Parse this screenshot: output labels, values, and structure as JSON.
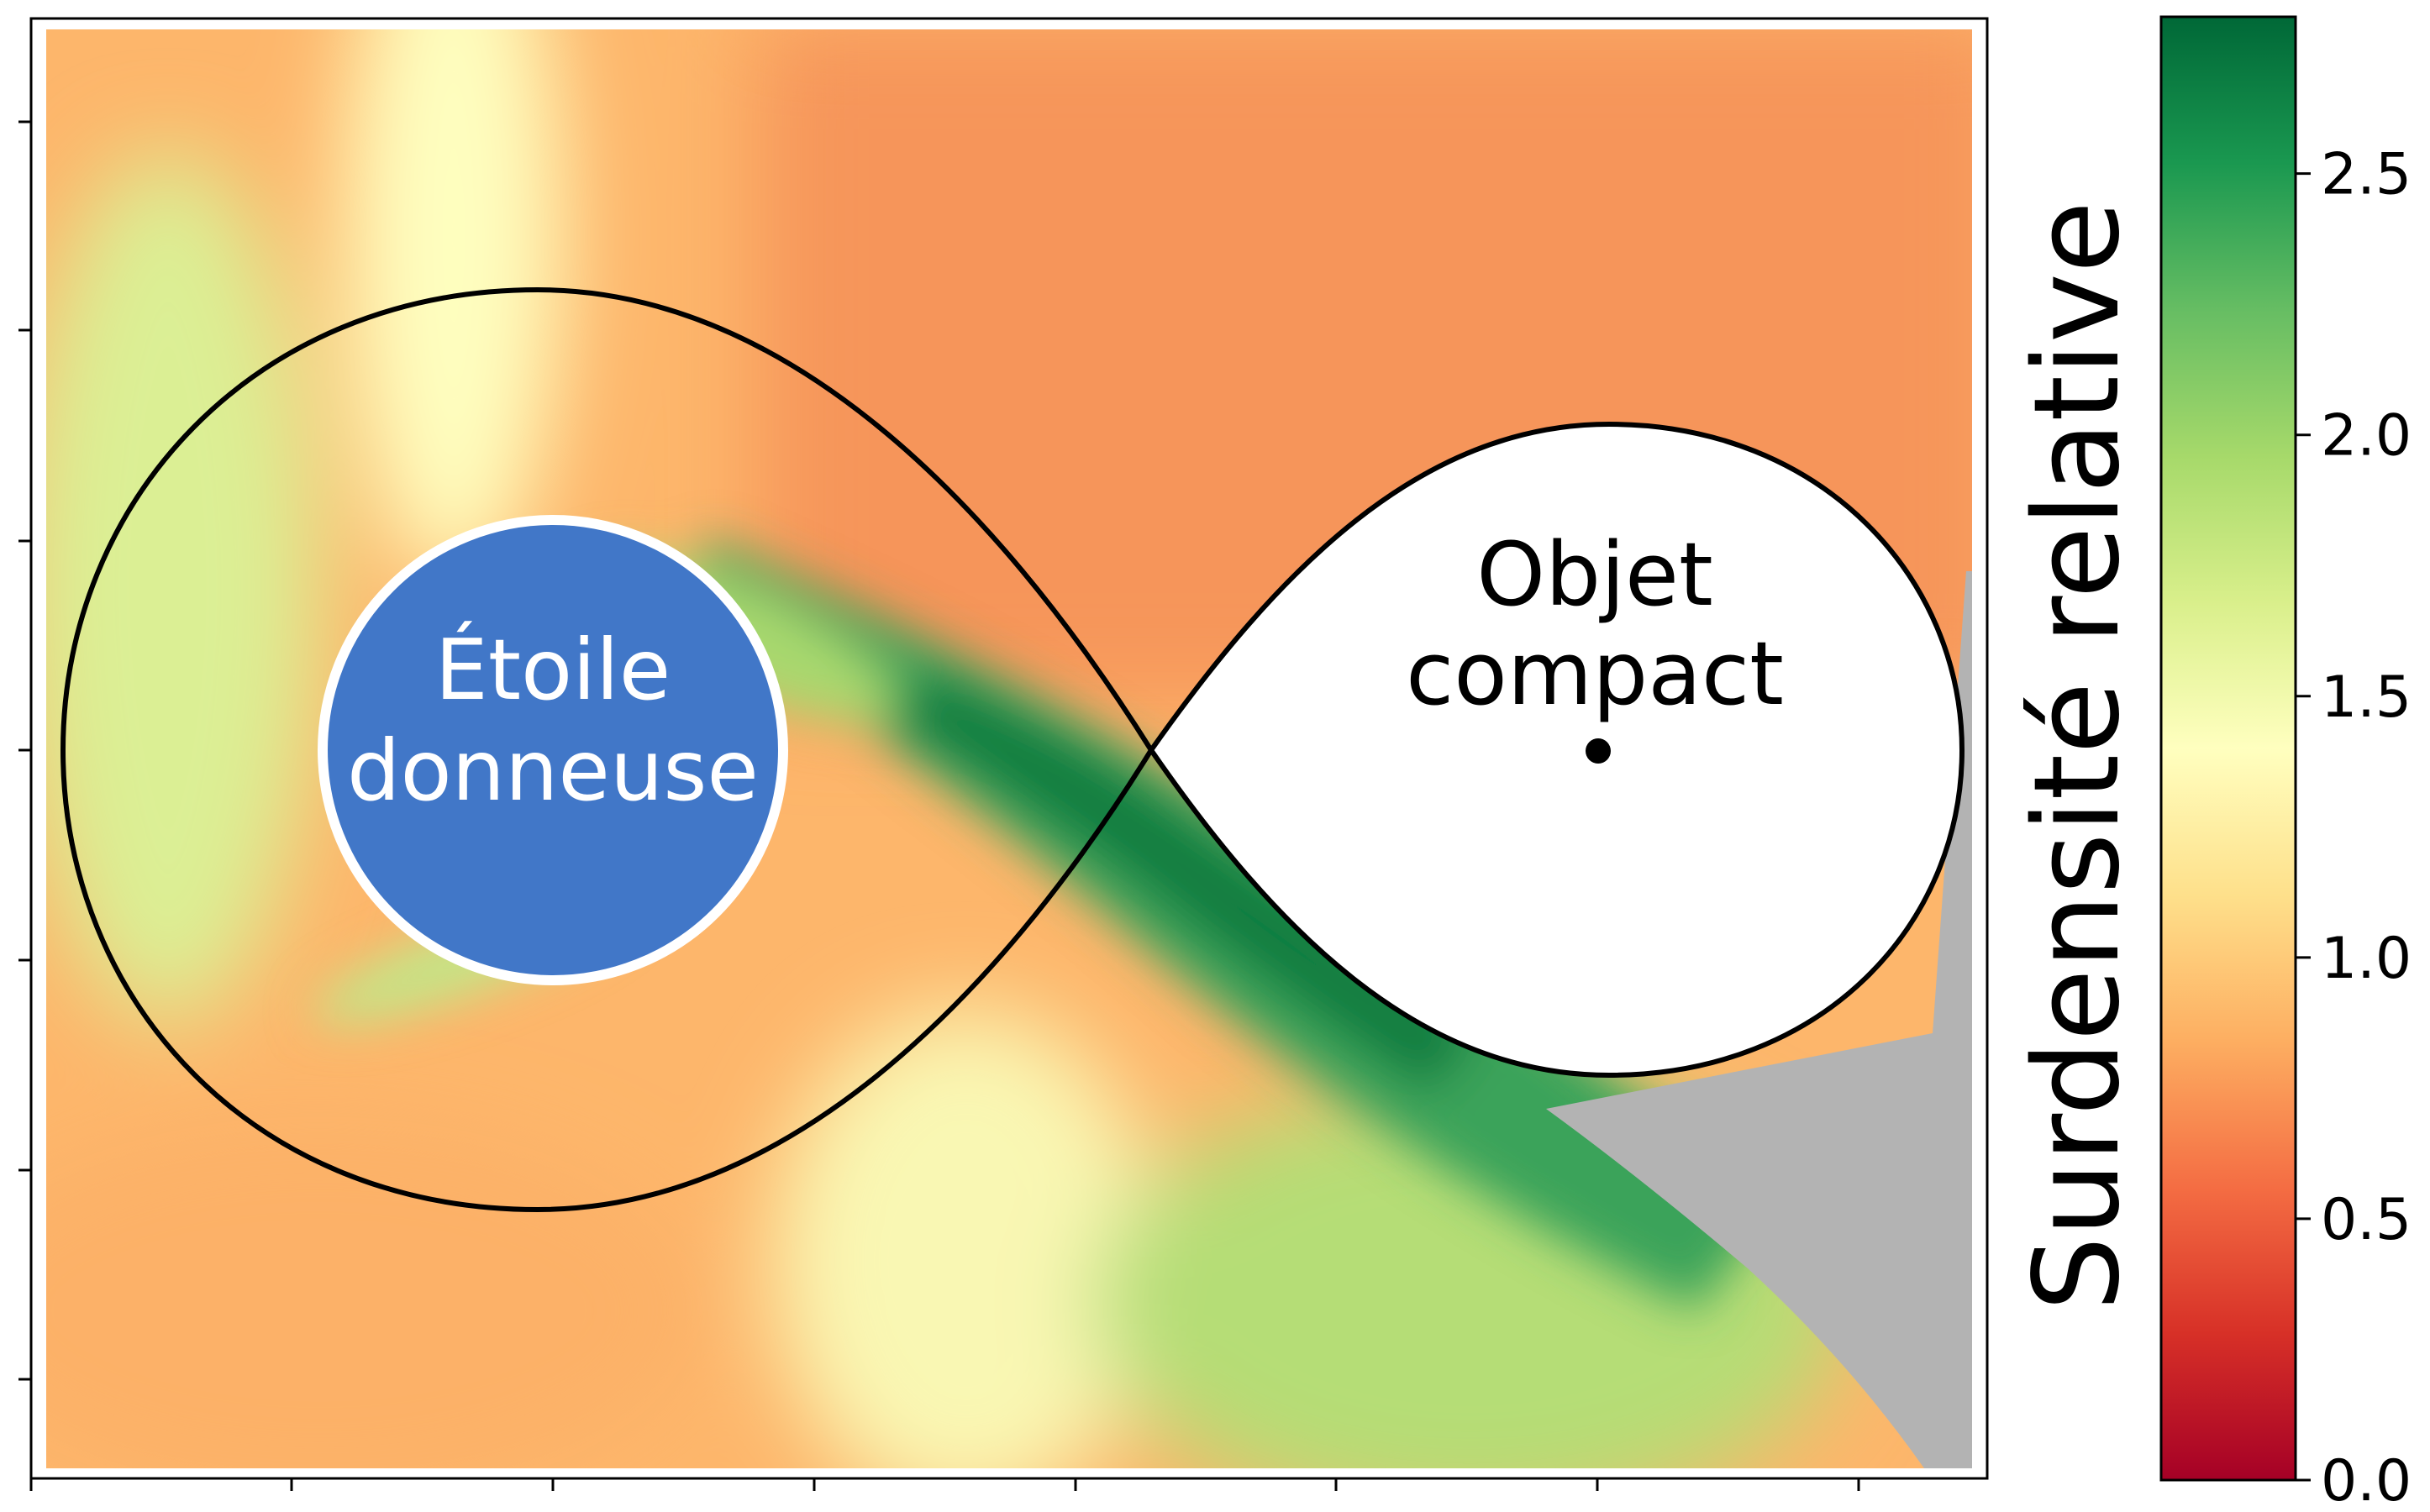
{
  "chart_data": {
    "type": "heatmap",
    "title": "",
    "xlabel": "",
    "ylabel": "",
    "colorbar": {
      "label": "Surdensité relative",
      "colormap": "RdYlGn",
      "range": [
        0.0,
        2.8
      ],
      "ticks": [
        0.0,
        0.5,
        1.0,
        1.5,
        2.0,
        2.5
      ],
      "tick_labels": [
        "0.0",
        "0.5",
        "1.0",
        "1.5",
        "2.0",
        "2.5"
      ]
    },
    "annotations": {
      "donor": [
        "Étoile",
        "donneuse"
      ],
      "compact": [
        "Objet",
        "compact"
      ]
    },
    "features": {
      "roche_lobe_outline": "figure-eight, black",
      "donor_star_color": "#4177c8",
      "excluded_region_color": "#b3b3b3",
      "compact_object_marker": "black dot"
    },
    "grid": false,
    "axis_tick_labels_shown": false
  }
}
